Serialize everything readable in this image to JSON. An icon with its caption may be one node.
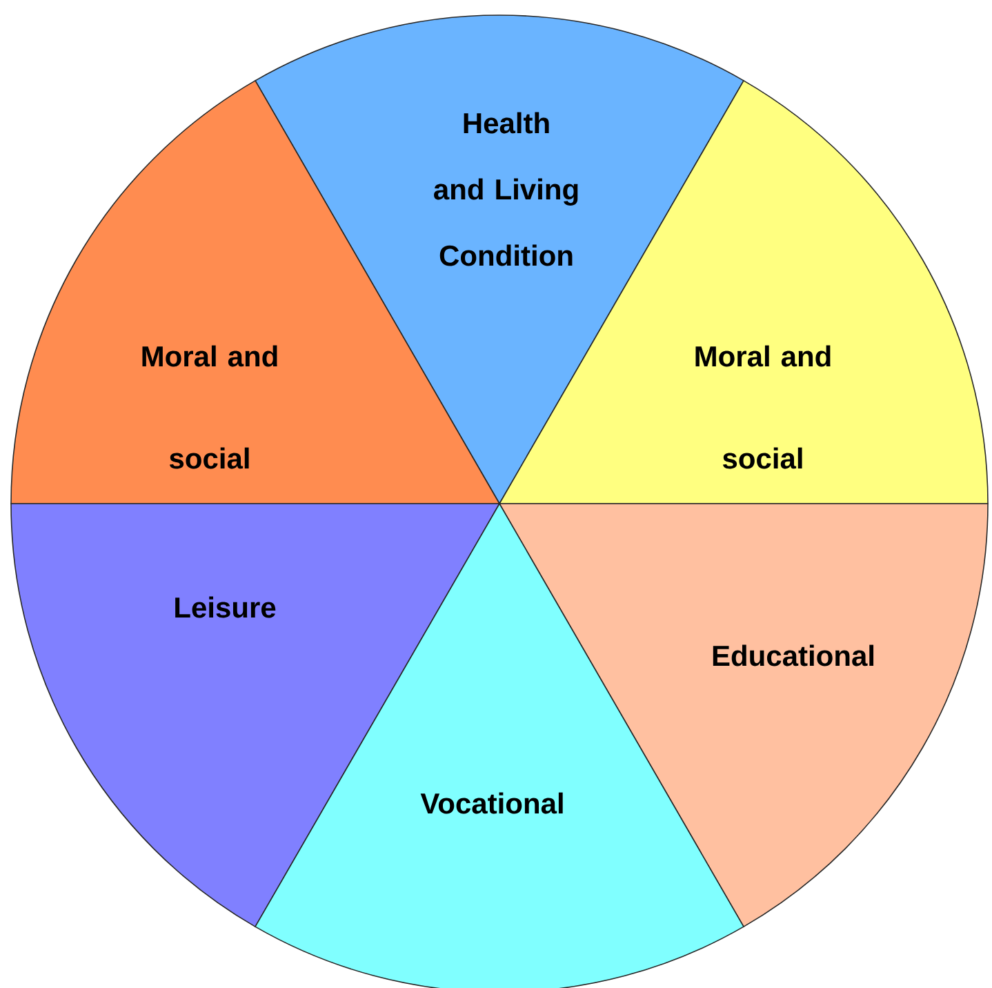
{
  "diagram": {
    "nodes": [
      {
        "text": [
          "Health and Living Condition"
        ]
      },
      {
        "text": [
          "Moral and social"
        ]
      },
      {
        "text": [
          "Moral and social"
        ]
      },
      {
        "text": [
          "Leisure"
        ]
      },
      {
        "text": [
          "Educational"
        ]
      },
      {
        "text": [
          "Vocational"
        ]
      }
    ]
  }
}
